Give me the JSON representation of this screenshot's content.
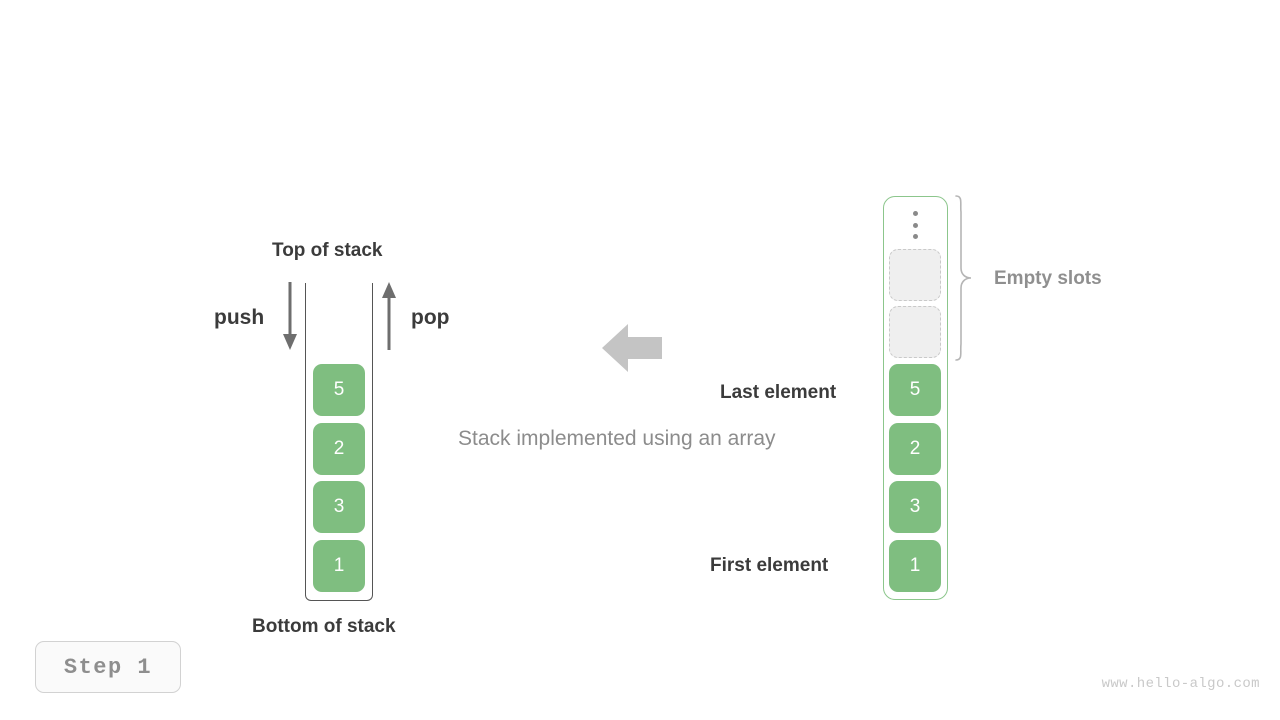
{
  "diagram": {
    "caption": "Stack implemented using an array",
    "stack": {
      "top_label": "Top of stack",
      "bottom_label": "Bottom of stack",
      "push_label": "push",
      "pop_label": "pop",
      "values": [
        "5",
        "2",
        "3",
        "1"
      ]
    },
    "array": {
      "values": [
        "5",
        "2",
        "3",
        "1"
      ],
      "empty_slot_count": 2,
      "empty_slots_label": "Empty slots",
      "last_element_label": "Last element",
      "first_element_label": "First element",
      "ellipsis_icon": "vertical-ellipsis-icon"
    },
    "transform_arrow_icon": "arrow-left-icon",
    "step_badge": "Step  1",
    "watermark": "www.hello-algo.com",
    "colors": {
      "element_fill": "#7fbe80",
      "array_border": "#8cc68c",
      "stack_border": "#555555",
      "empty_slot_fill": "#efefef",
      "empty_slot_border": "#c9c9c9",
      "muted_text": "#8c8c8c",
      "strong_text": "#3b3b3b",
      "transform_arrow": "#c4c4c4"
    }
  }
}
